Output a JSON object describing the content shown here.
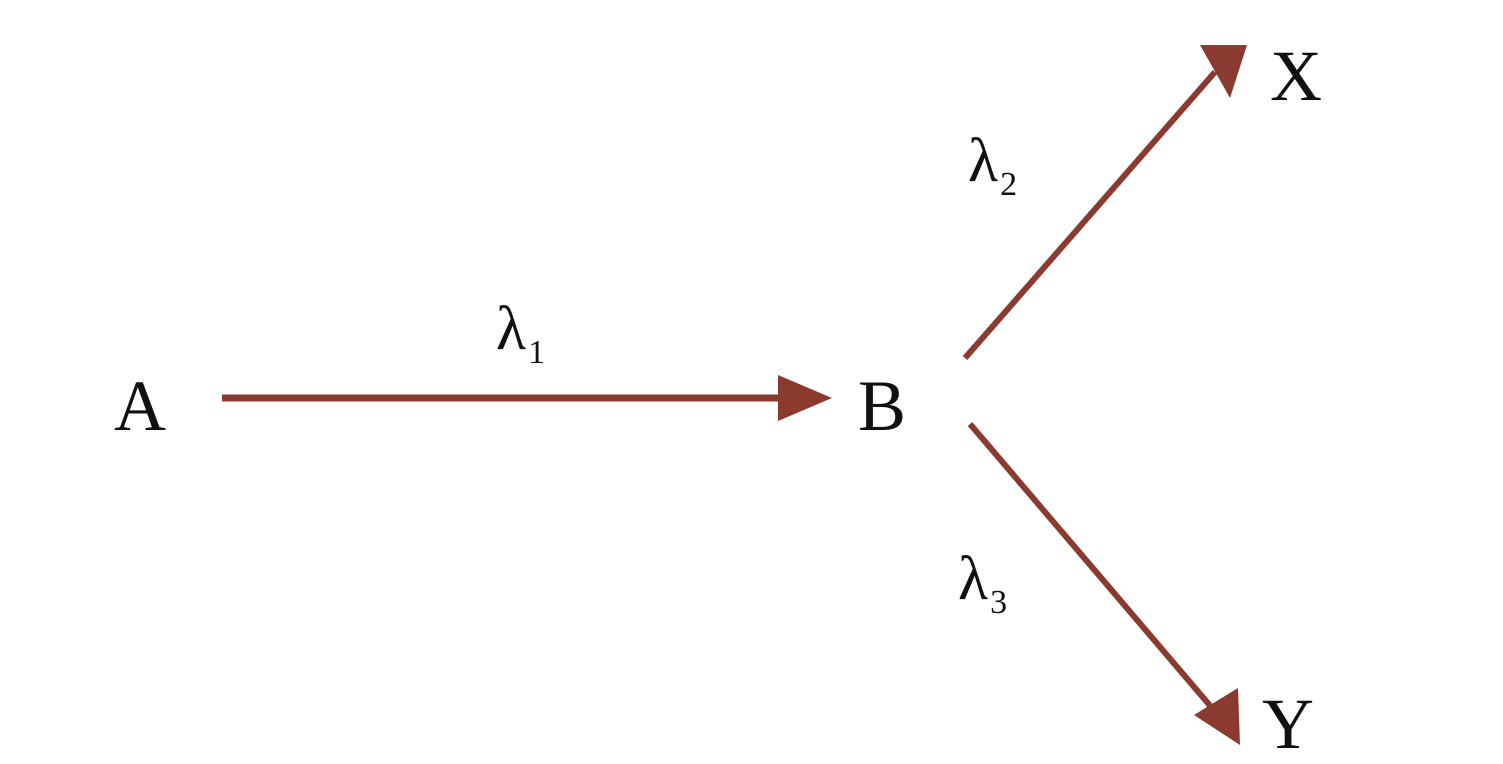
{
  "diagram": {
    "type": "decay-scheme",
    "nodes": {
      "A": "A",
      "B": "B",
      "X": "X",
      "Y": "Y"
    },
    "edges": [
      {
        "from": "A",
        "to": "B",
        "symbol": "λ",
        "subscript": "1"
      },
      {
        "from": "B",
        "to": "X",
        "symbol": "λ",
        "subscript": "2"
      },
      {
        "from": "B",
        "to": "Y",
        "symbol": "λ",
        "subscript": "3"
      }
    ],
    "colors": {
      "arrow": "#8b3a2f",
      "text": "#111111",
      "background": "#ffffff"
    }
  }
}
